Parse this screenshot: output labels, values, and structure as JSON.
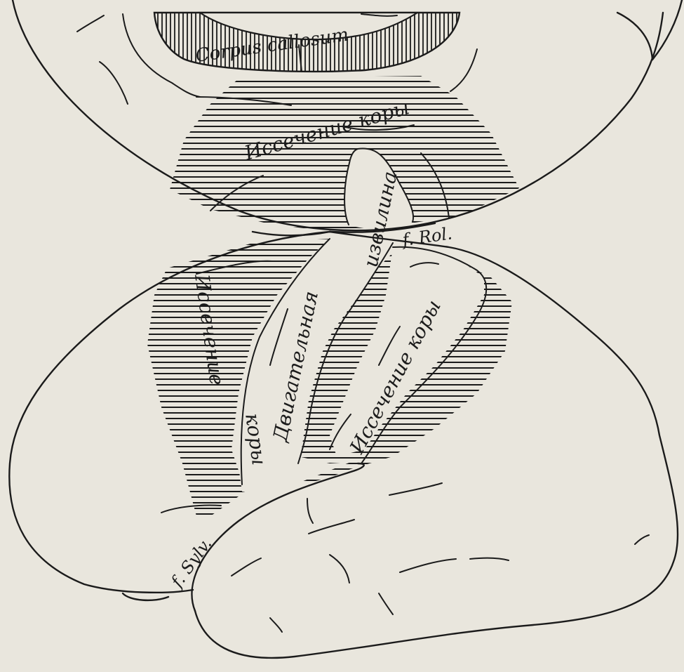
{
  "labels": {
    "corpus_callosum": "Corpus callosum",
    "excision_top": "Иссечение коры",
    "gyrus_part": "извилина",
    "f_rol": "f. Rol.",
    "motor": "Двигательная",
    "excision_left": "Иссечение",
    "excision_left_2": "коры",
    "excision_right": "Иссечение коры",
    "f_sylv": "f. Sylv."
  },
  "colors": {
    "paper": "#e9e6dd",
    "ink": "#1b1b1b"
  }
}
